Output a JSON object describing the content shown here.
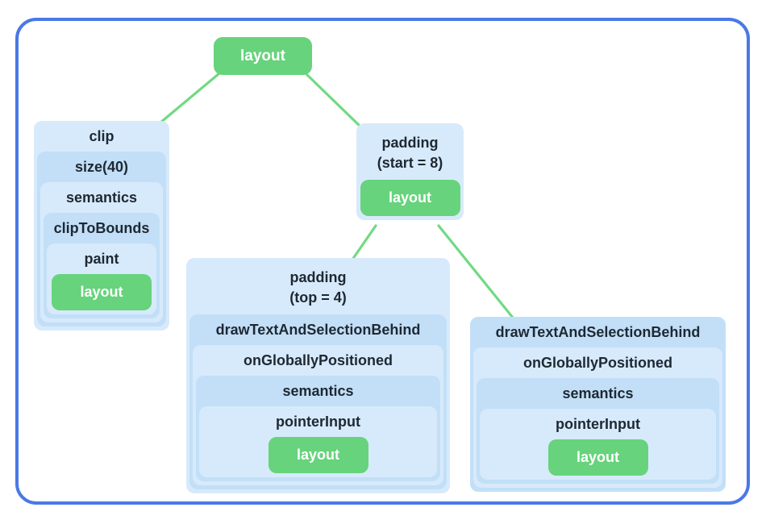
{
  "colors": {
    "background": "#ffffff",
    "frame_border": "#4a78e6",
    "box_light": "#d7eafb",
    "box_dark": "#c2dff7",
    "node_green": "#67d37c",
    "line_green": "#72d983",
    "text_dark": "#1e2833",
    "text_on_green": "#ffffff"
  },
  "diagram": {
    "root_node": "layout",
    "clip_stack": {
      "tiers": [
        "clip",
        "size(40)",
        "semantics",
        "clipToBounds",
        "paint"
      ],
      "leaf_node": "layout"
    },
    "padding_start_stack": {
      "title_line1": "padding",
      "title_line2": "(start = 8)",
      "leaf_node": "layout"
    },
    "padding_top_stack": {
      "title_line1": "padding",
      "title_line2": "(top = 4)",
      "tiers": [
        "drawTextAndSelectionBehind",
        "onGloballyPositioned",
        "semantics",
        "pointerInput"
      ],
      "leaf_node": "layout"
    },
    "draw_text_stack": {
      "tiers": [
        "drawTextAndSelectionBehind",
        "onGloballyPositioned",
        "semantics",
        "pointerInput"
      ],
      "leaf_node": "layout"
    }
  }
}
